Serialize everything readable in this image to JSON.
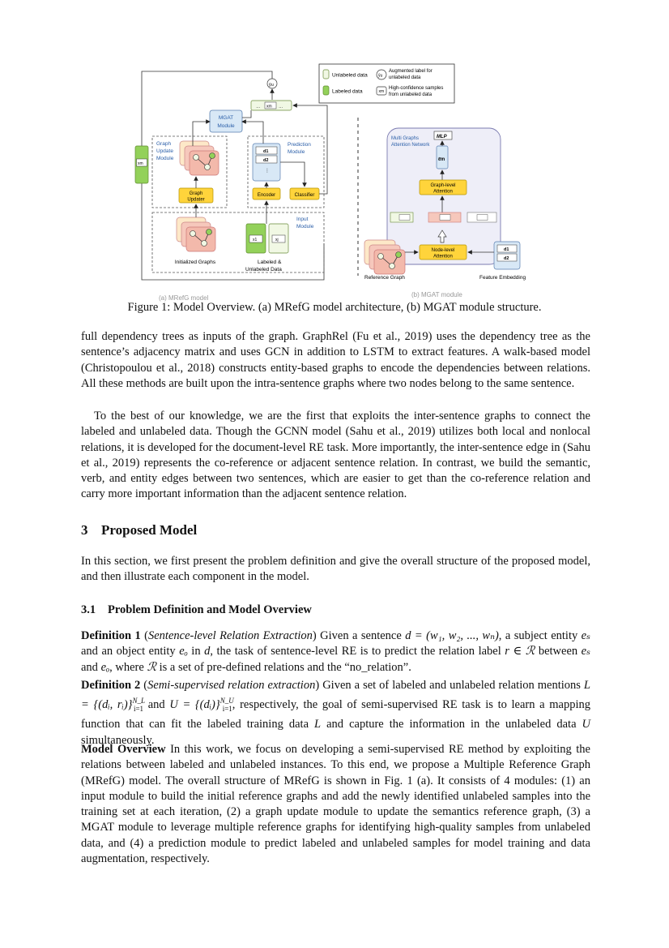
{
  "figure": {
    "legend": {
      "unlabeled": "Unlabeled data",
      "labeled": "Labeled data",
      "augmented": "Augmented label for unlabeled data",
      "augmented_l1": "Augmented label for",
      "augmented_l2": "unlabeled data",
      "highconf_l1": "High-confidence samples",
      "highconf_l2": "from unlabeled data",
      "yhat": "ŷu",
      "xm": "xm"
    },
    "a": {
      "mgat_l1": "MGAT",
      "mgat_l2": "Module",
      "gum_l1": "Graph",
      "gum_l2": "Update",
      "gum_l3": "Module",
      "pred_l1": "Prediction",
      "pred_l2": "Module",
      "d1": "d1",
      "d2": "d2",
      "graph_updater_l1": "Graph",
      "graph_updater_l2": "Updater",
      "encoder": "Encoder",
      "classifier": "Classifier",
      "input_l1": "Input",
      "input_l2": "Module",
      "init_graphs": "Initialized Graphs",
      "labeled_l1": "Labeled &",
      "labeled_l2": "Unlabeled Data",
      "x1": "x1",
      "xj": "xj",
      "xm_top": "xm",
      "xm_left": "xm",
      "sublabel": "(a) MRefG model"
    },
    "b": {
      "net_l1": "Multi Graphs",
      "net_l2": "Attention Network",
      "mlp": "MLP",
      "em": "ℓm",
      "graph_att_l1": "Graph-level",
      "graph_att_l2": "Attention",
      "node_att_l1": "Node-level",
      "node_att_l2": "Attention",
      "ref_graph": "Reference Graph",
      "feat_emb": "Feature Embedding",
      "d1": "d1",
      "d2": "d2",
      "sublabel": "(b) MGAT module"
    },
    "caption": "Figure 1: Model Overview. (a) MRefG model architecture, (b) MGAT module structure."
  },
  "para1": "full dependency trees as inputs of the graph. GraphRel (Fu et al., 2019) uses the dependency tree as the sentence’s adjacency matrix and uses GCN in addition to LSTM to extract features. A walk-based model (Christopoulou et al., 2018) constructs entity-based graphs to encode the dependencies between relations. All these methods are built upon the intra-sentence graphs where two nodes belong to the same sentence.",
  "para2": "To the best of our knowledge, we are the first that exploits the inter-sentence graphs to connect the labeled and unlabeled data. Though the GCNN model (Sahu et al., 2019) utilizes both local and nonlocal relations, it is developed for the document-level RE task. More importantly, the inter-sentence edge in (Sahu et al., 2019) represents the co-reference or adjacent sentence relation. In contrast, we build the semantic, verb, and entity edges between two sentences, which are easier to get than the co-reference relation and carry more important information than the adjacent sentence relation.",
  "section": {
    "num": "3",
    "title": "Proposed Model"
  },
  "para3": "In this section, we first present the problem definition and give the overall structure of the proposed model, and then illustrate each component in the model.",
  "subsection": {
    "num": "3.1",
    "title": "Problem Definition and Model Overview"
  },
  "def1": {
    "label": "Definition 1",
    "name": "Sentence-level Relation Extraction",
    "t1": " Given a sentence ",
    "m1": "d = (w₁, w₂, ..., wₙ)",
    "t2": ", a subject entity ",
    "m2": "eₛ",
    "t3": " and an object entity ",
    "m3": "eₒ",
    "t4": " in ",
    "m4": "d",
    "t5": ", the task of sentence-level RE is to predict the relation label ",
    "m5": "r ∈ ℛ",
    "t6": " between ",
    "m6": "eₛ",
    "t7": " and ",
    "m7": "eₒ",
    "t8": ", where ",
    "m8": "ℛ",
    "t9": " is a set of pre-defined relations and the “no_relation”."
  },
  "def2": {
    "label": "Definition 2",
    "name": "Semi-supervised relation extraction",
    "t1": " Given a set of labeled and unlabeled relation mentions ",
    "m1": "L = {(dᵢ, rᵢ)}",
    "m1sup": "N_L",
    "m1sub": "i=1",
    "t2": " and ",
    "m2": "U = {(dᵢ)}",
    "m2sup": "N_U",
    "m2sub": "i=1",
    "t3": ", respectively, the goal of semi-supervised RE task is to learn a mapping function that can fit the labeled training data ",
    "m3": "L",
    "t4": " and capture the information in the unlabeled data ",
    "m4": "U",
    "t5": " simultaneously."
  },
  "overview": {
    "label": "Model Overview",
    "text": " In this work, we focus on developing a semi-supervised RE method by exploiting the relations between labeled and unlabeled instances. To this end, we propose a Multiple Reference Graph (MRefG) model. The overall structure of MRefG is shown in Fig. 1 (a). It consists of 4 modules: (1) an input module to build the initial reference graphs and add the newly identified unlabeled samples into the training set at each iteration, (2) a graph update module to update the semantics reference graph, (3) a MGAT module to leverage multiple reference graphs for identifying high-quality samples from unlabeled data, and (4) a prediction module to predict labeled and unlabeled samples for model training and data augmentation, respectively."
  },
  "colors": {
    "unlabeled_fill": "#f1f8e4",
    "labeled_fill": "#93d15a",
    "module_blue": "#d8e8f6",
    "module_yellow": "#ffd43b",
    "graph_pink": "#f6c8bc",
    "mgat_bg": "#eeeef8"
  }
}
